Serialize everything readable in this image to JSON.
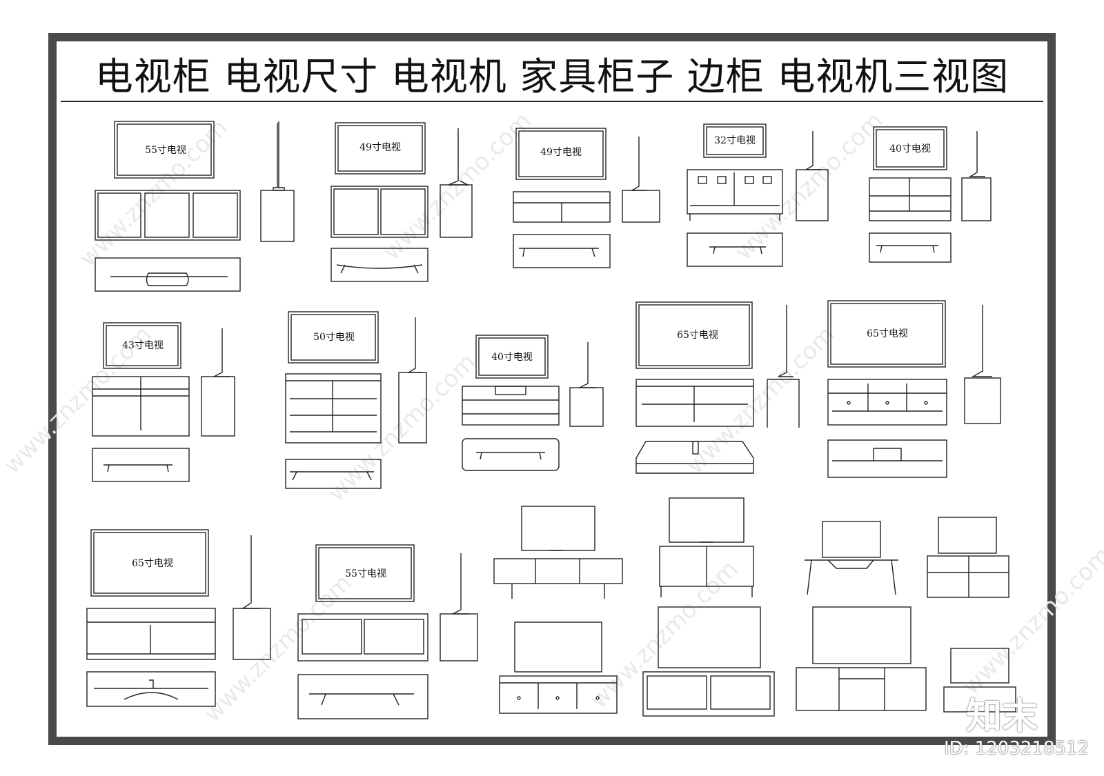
{
  "title": "电视柜  电视尺寸  电视机  家具柜子  边柜  电视机三视图",
  "watermark": {
    "site": "www.znzmo.com",
    "logo": "知末",
    "id": "ID: 1203218512"
  },
  "tv_labels": {
    "r1a": "55寸电视",
    "r1b": "49寸电视",
    "r1c": "49寸电视",
    "r1d": "32寸电视",
    "r1e": "40寸电视",
    "r2a": "43寸电视",
    "r2b": "50寸电视",
    "r2c": "40寸电视",
    "r2d": "65寸电视",
    "r2e": "65寸电视",
    "r3a": "65寸电视",
    "r3b": "55寸电视"
  }
}
